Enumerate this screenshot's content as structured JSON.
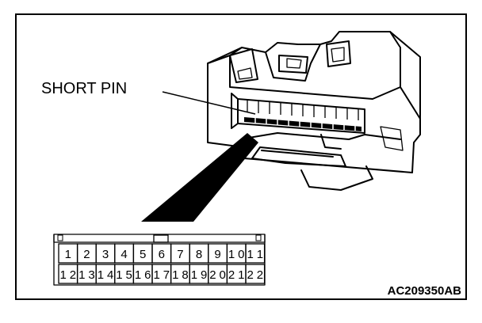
{
  "callout_label": "SHORT PIN",
  "figure_code": "AC209350AB",
  "connector": {
    "top_row": [
      "1",
      "2",
      "3",
      "4",
      "5",
      "6",
      "7",
      "8",
      "9",
      "10",
      "11"
    ],
    "bottom_row": [
      "12",
      "13",
      "14",
      "15",
      "16",
      "17",
      "18",
      "19",
      "20",
      "21",
      "22"
    ]
  }
}
